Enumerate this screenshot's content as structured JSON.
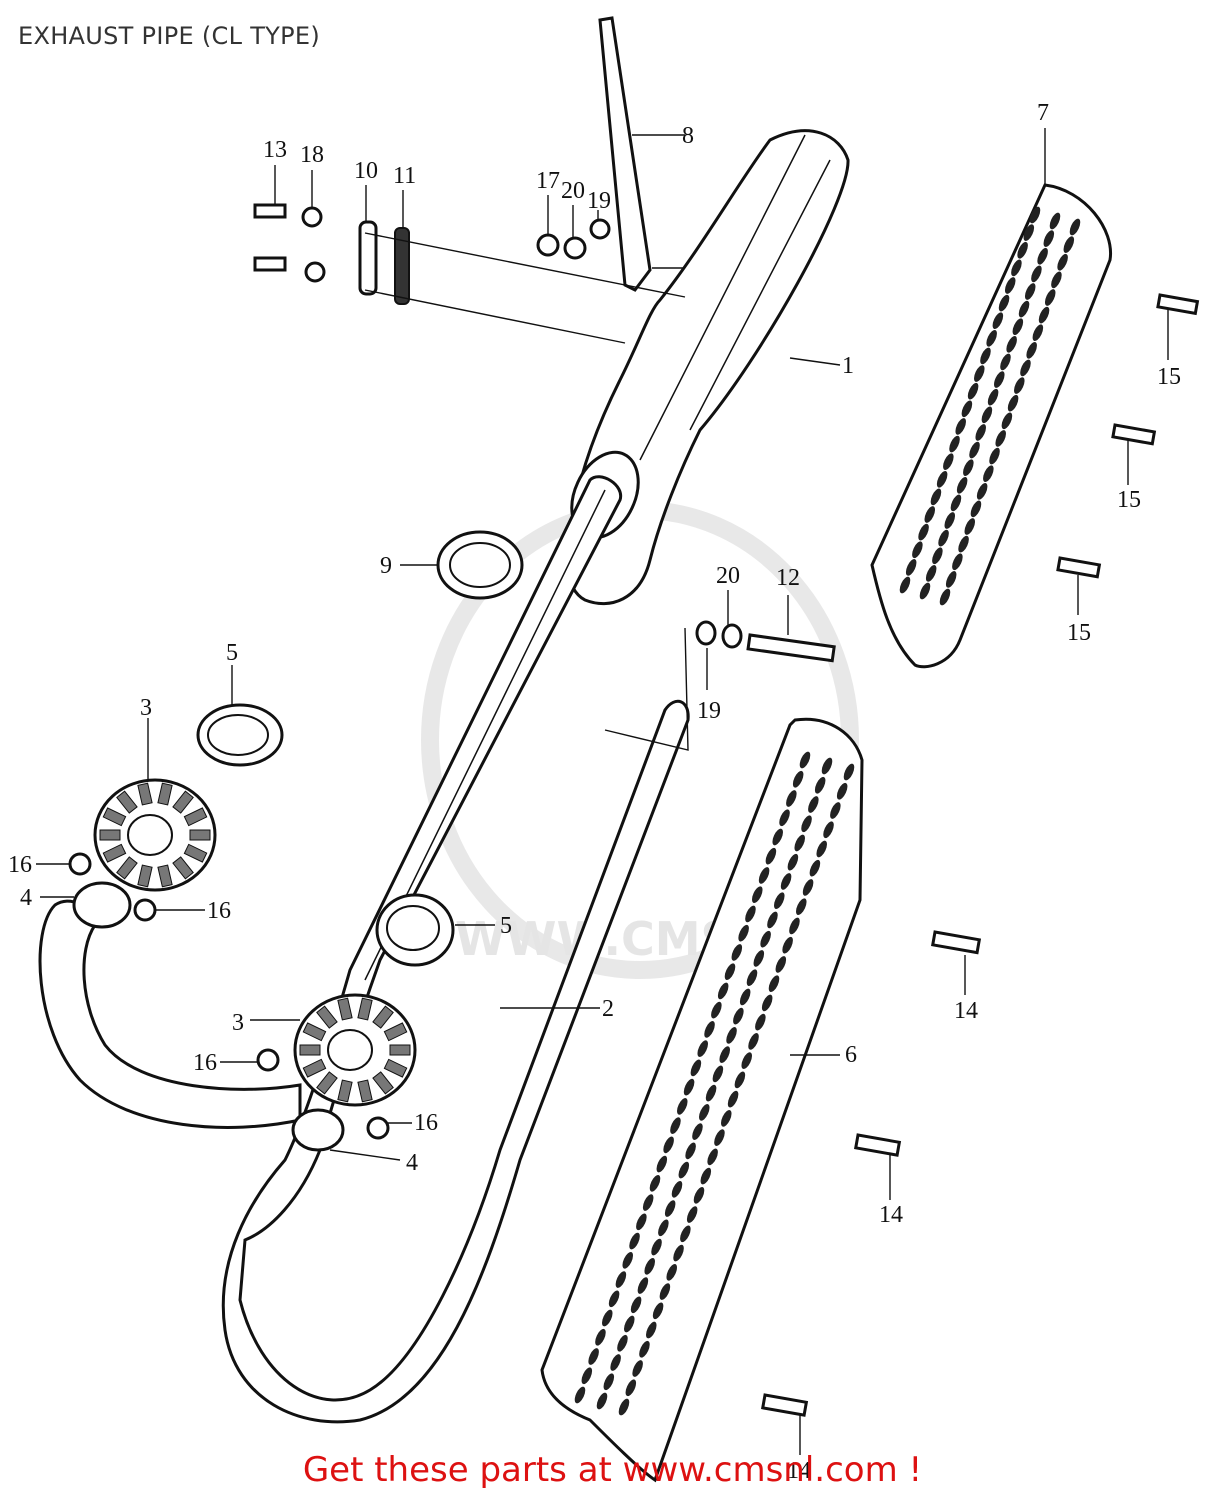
{
  "title": "EXHAUST PIPE (CL TYPE)",
  "call_to_action": "Get these parts at www.cmsnl.com !",
  "watermark": "WWW.CMSNL",
  "callouts": [
    {
      "id": "c1",
      "label": "1"
    },
    {
      "id": "c2",
      "label": "2"
    },
    {
      "id": "c3a",
      "label": "3"
    },
    {
      "id": "c3b",
      "label": "3"
    },
    {
      "id": "c4a",
      "label": "4"
    },
    {
      "id": "c4b",
      "label": "4"
    },
    {
      "id": "c5a",
      "label": "5"
    },
    {
      "id": "c5b",
      "label": "5"
    },
    {
      "id": "c6",
      "label": "6"
    },
    {
      "id": "c7",
      "label": "7"
    },
    {
      "id": "c8",
      "label": "8"
    },
    {
      "id": "c9",
      "label": "9"
    },
    {
      "id": "c10",
      "label": "10"
    },
    {
      "id": "c11",
      "label": "11"
    },
    {
      "id": "c12",
      "label": "12"
    },
    {
      "id": "c13",
      "label": "13"
    },
    {
      "id": "c14a",
      "label": "14"
    },
    {
      "id": "c14b",
      "label": "14"
    },
    {
      "id": "c14c",
      "label": "14"
    },
    {
      "id": "c15a",
      "label": "15"
    },
    {
      "id": "c15b",
      "label": "15"
    },
    {
      "id": "c15c",
      "label": "15"
    },
    {
      "id": "c16a",
      "label": "16"
    },
    {
      "id": "c16b",
      "label": "16"
    },
    {
      "id": "c16c",
      "label": "16"
    },
    {
      "id": "c16d",
      "label": "16"
    },
    {
      "id": "c17",
      "label": "17"
    },
    {
      "id": "c18",
      "label": "18"
    },
    {
      "id": "c19a",
      "label": "19"
    },
    {
      "id": "c19b",
      "label": "19"
    },
    {
      "id": "c20a",
      "label": "20"
    },
    {
      "id": "c20b",
      "label": "20"
    }
  ]
}
